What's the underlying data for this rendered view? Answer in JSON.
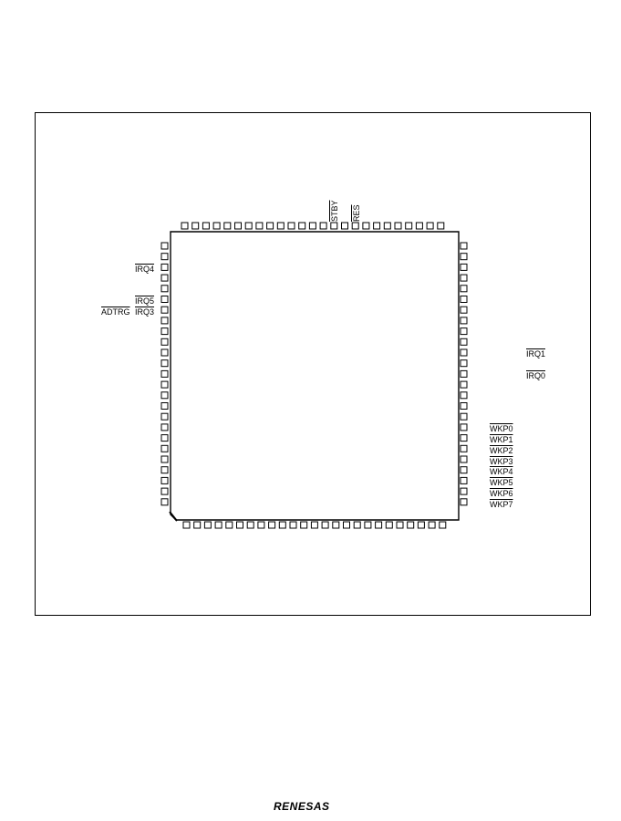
{
  "diagram": {
    "package": {
      "top_pins": 25,
      "bottom_pins": 25,
      "left_pins": 25,
      "right_pins": 25
    },
    "labels": {
      "stby": "STBY",
      "res": "RES",
      "irq4": "IRQ4",
      "irq5": "IRQ5",
      "adtrg": "ADTRG",
      "irq3": "IRQ3",
      "irq1": "IRQ1",
      "irq0": "IRQ0",
      "wkp": [
        "WKP0",
        "WKP1",
        "WKP2",
        "WKP3",
        "WKP4",
        "WKP5",
        "WKP6",
        "WKP7"
      ]
    }
  },
  "footer": {
    "logo": "RENESAS"
  }
}
